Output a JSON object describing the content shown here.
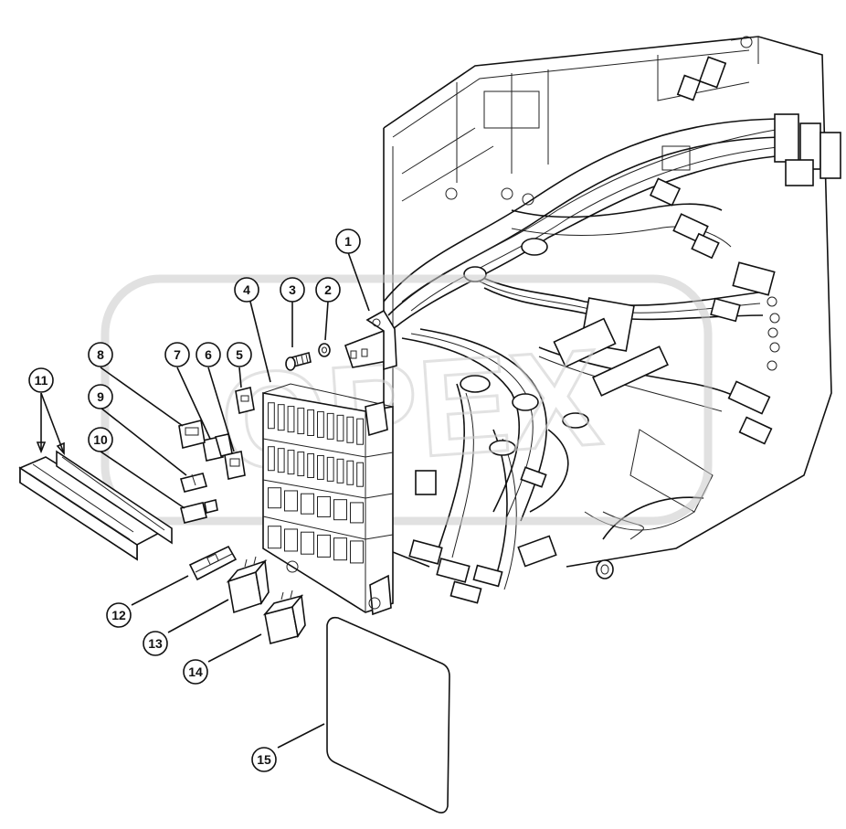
{
  "callouts": [
    {
      "id": "1",
      "label": "1"
    },
    {
      "id": "2",
      "label": "2"
    },
    {
      "id": "3",
      "label": "3"
    },
    {
      "id": "4",
      "label": "4"
    },
    {
      "id": "5",
      "label": "5"
    },
    {
      "id": "6",
      "label": "6"
    },
    {
      "id": "7",
      "label": "7"
    },
    {
      "id": "8",
      "label": "8"
    },
    {
      "id": "9",
      "label": "9"
    },
    {
      "id": "10",
      "label": "10"
    },
    {
      "id": "11",
      "label": "11"
    },
    {
      "id": "12",
      "label": "12"
    },
    {
      "id": "13",
      "label": "13"
    },
    {
      "id": "14",
      "label": "14"
    },
    {
      "id": "15",
      "label": "15"
    }
  ],
  "watermark": {
    "text": "OPEX",
    "color": "#cfcfcf"
  },
  "colors": {
    "line": "#111111",
    "background": "#ffffff"
  }
}
